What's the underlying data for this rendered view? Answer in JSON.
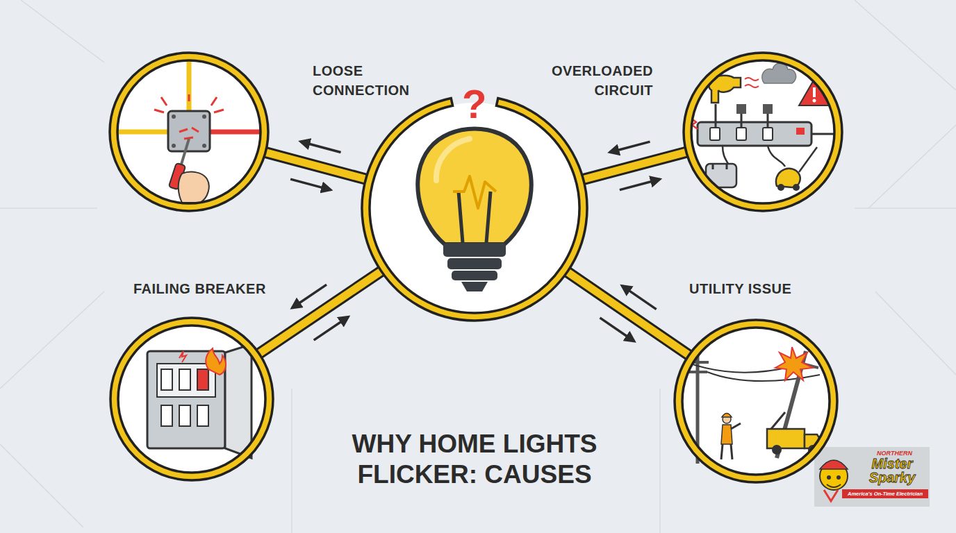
{
  "diagram": {
    "title": "WHY HOME LIGHTS FLICKER: CAUSES",
    "nodes": [
      {
        "text": [
          "LOOSE CONNECTION"
        ]
      },
      {
        "text": [
          "?"
        ]
      },
      {
        "text": [
          "OVERLOADED CIRCUIT"
        ]
      },
      {
        "text": [
          "FAILING BREAKER"
        ]
      },
      {
        "text": [
          "UTILITY ISSUE"
        ]
      }
    ],
    "edges": [
      {
        "from": 1,
        "to": 0,
        "arrow": "both"
      },
      {
        "from": 1,
        "to": 2,
        "arrow": "both"
      },
      {
        "from": 1,
        "to": 3,
        "arrow": "both"
      },
      {
        "from": 1,
        "to": 4,
        "arrow": "both"
      }
    ],
    "labels": [
      "NORTHERN",
      "Mister Sparky",
      "America's On-Time Electrician"
    ]
  }
}
